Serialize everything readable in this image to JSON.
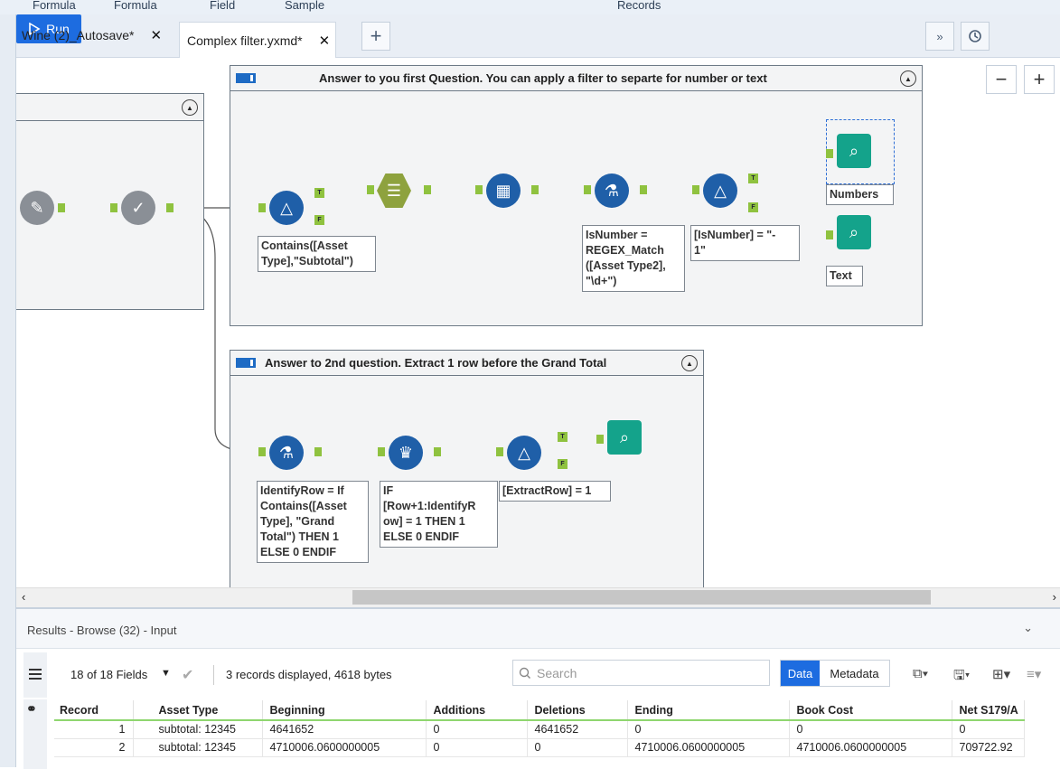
{
  "top_strip": [
    "Formula",
    "Formula",
    "Field",
    "Sample",
    "Records"
  ],
  "tabs": [
    {
      "label": "Wine (2)_Autosave*",
      "close": "✕"
    },
    {
      "label": "Complex filter.yxmd*",
      "close": "✕"
    }
  ],
  "new_tab": "+",
  "toolbar": {
    "expand": "»",
    "history_icon": "history-icon",
    "run_label": "Run"
  },
  "zoom": {
    "minus": "−",
    "plus": "+"
  },
  "container1": {
    "title": "Answer to you first Question. You can apply a filter to separte for number or text"
  },
  "container2": {
    "title": "Answer to 2nd question. Extract 1 row before the Grand Total"
  },
  "annotations": {
    "filter1": "Contains([Asset\nType],\"Subtotal\")",
    "formula1": "IsNumber =\nREGEX_Match\n([Asset Type2],\n\"\\d+\")",
    "filter2": "[IsNumber] = \"-\n1\"",
    "browse_numbers": "Numbers",
    "browse_text": "Text",
    "formula2": "IdentifyRow = If\nContains([Asset\nType], \"Grand\nTotal\") THEN 1\nELSE 0 ENDIF",
    "multirow": "IF\n[Row+1:IdentifyR\now] = 1 THEN 1\nELSE 0 ENDIF",
    "filter3": "[ExtractRow] = 1"
  },
  "anchor_labels": {
    "true": "T",
    "false": "F"
  },
  "results": {
    "title": "Results - Browse (32) - Input",
    "fields": "18 of 18 Fields",
    "records_info": "3 records displayed, 4618 bytes",
    "search_placeholder": "Search",
    "data_btn": "Data",
    "metadata_btn": "Metadata",
    "columns": [
      "Record",
      "Asset Type",
      "Beginning",
      "Additions",
      "Deletions",
      "Ending",
      "Book Cost",
      "Net S179/A"
    ],
    "rows": [
      [
        "1",
        "subtotal: 12345",
        "4641652",
        "0",
        "4641652",
        "0",
        "0",
        "0"
      ],
      [
        "2",
        "subtotal: 12345",
        "4710006.0600000005",
        "0",
        "0",
        "4710006.0600000005",
        "4710006.0600000005",
        "709722.92"
      ]
    ]
  },
  "colors": {
    "accent": "#1d6ce0",
    "tool_blue": "#1f5fa8",
    "browse_teal": "#14a38b",
    "anchor_green": "#8fc23f"
  }
}
